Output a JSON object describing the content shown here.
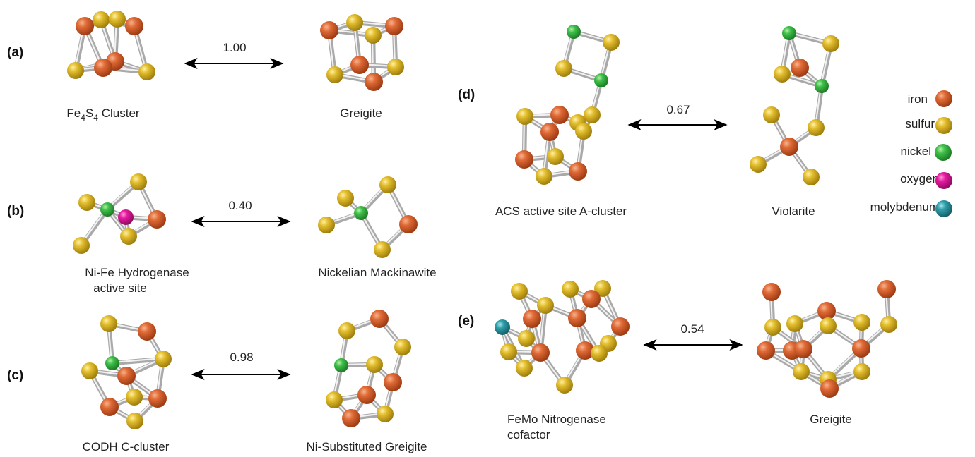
{
  "colors": {
    "iron": "#d4572a",
    "sulfur": "#e0b82a",
    "nickel": "#3cb84a",
    "oxygen": "#e0199c",
    "molybdenum": "#2a9aa6"
  },
  "panels": [
    {
      "id": "a",
      "label": "(a)",
      "left": "Fe4S4 Cluster",
      "right": "Greigite",
      "value": "1.00"
    },
    {
      "id": "b",
      "label": "(b)",
      "left": [
        "Ni-Fe Hydrogenase",
        "active site"
      ],
      "right": "Nickelian Mackinawite",
      "value": "0.40"
    },
    {
      "id": "c",
      "label": "(c)",
      "left": "CODH C-cluster",
      "right": "Ni-Substituted Greigite",
      "value": "0.98"
    },
    {
      "id": "d",
      "label": "(d)",
      "left": "ACS active site A-cluster",
      "right": "Violarite",
      "value": "0.67"
    },
    {
      "id": "e",
      "label": "(e)",
      "left": [
        "FeMo Nitrogenase",
        "cofactor"
      ],
      "right": "Greigite",
      "value": "0.54"
    }
  ],
  "fe4s4": {
    "base": "Fe",
    "sub1": "4",
    "mid": "S",
    "sub2": "4",
    "rest": " Cluster"
  },
  "legend": [
    {
      "key": "iron",
      "label": "iron",
      "icon": "iron-sphere-icon"
    },
    {
      "key": "sulfur",
      "label": "sulfur",
      "icon": "sulfur-sphere-icon"
    },
    {
      "key": "nickel",
      "label": "nickel",
      "icon": "nickel-sphere-icon"
    },
    {
      "key": "oxygen",
      "label": "oxygen",
      "icon": "oxygen-sphere-icon"
    },
    {
      "key": "molybdenum",
      "label": "molybdenum",
      "icon": "molybdenum-sphere-icon"
    }
  ]
}
